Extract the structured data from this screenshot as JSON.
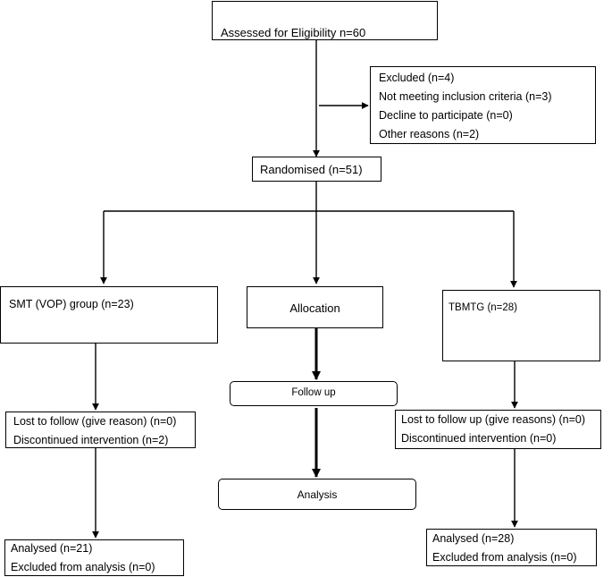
{
  "eligibility": {
    "label": "Assessed for Eligibility n=60"
  },
  "excluded": {
    "lines": [
      "Excluded (n=4)",
      "Not meeting inclusion criteria (n=3)",
      "Decline to participate (n=0)",
      "Other reasons (n=2)"
    ]
  },
  "randomised": {
    "label": "Randomised (n=51)"
  },
  "groups": {
    "smt": {
      "label": "SMT (VOP) group (n=23)",
      "follow_up": [
        "Lost to follow (give reason) (n=0)",
        "Discontinued intervention (n=2)"
      ],
      "analysed": [
        "Analysed (n=21)",
        "Excluded from analysis (n=0)"
      ]
    },
    "tbmtg": {
      "label": "TBMTG (n=28)",
      "follow_up": [
        "Lost to follow up (give reasons) (n=0)",
        "Discontinued intervention (n=0)"
      ],
      "analysed": [
        "Analysed (n=28)",
        "Excluded from analysis (n=0)"
      ]
    }
  },
  "stages": {
    "allocation": "Allocation",
    "follow_up": "Follow up",
    "analysis": "Analysis"
  }
}
